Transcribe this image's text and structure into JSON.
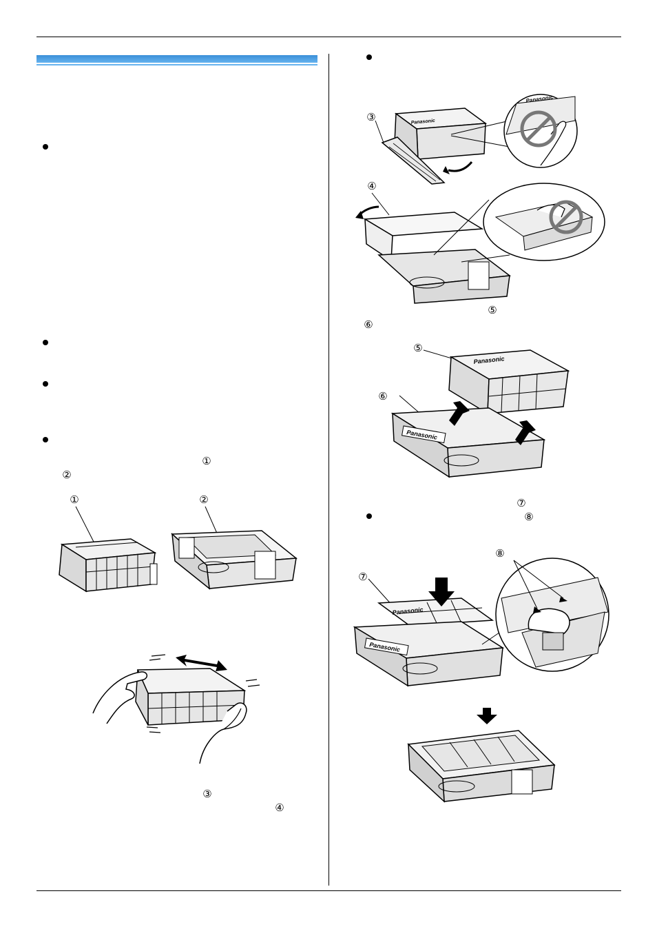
{
  "markers": {
    "c1": "①",
    "c2": "②",
    "c3": "③",
    "c4": "④",
    "c5": "⑤",
    "c6": "⑥",
    "c7": "⑦",
    "c8": "⑧"
  },
  "brand": "Panasonic"
}
